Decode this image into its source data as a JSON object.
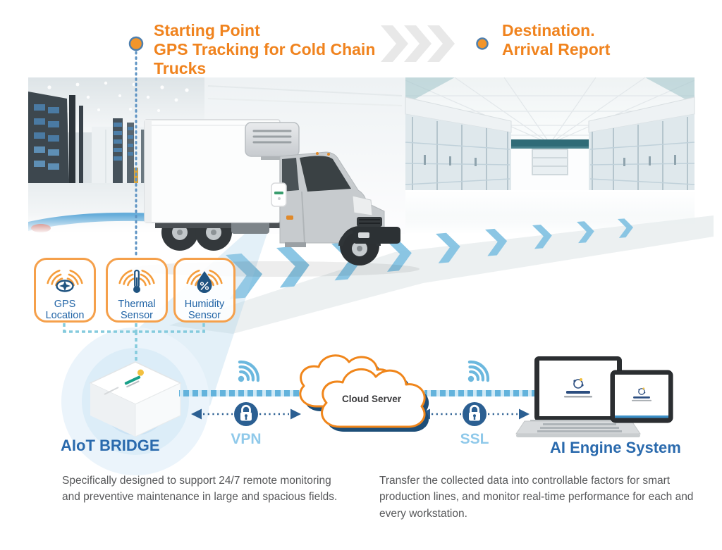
{
  "flow": {
    "start": {
      "line1": "Starting Point",
      "line2": "GPS Tracking for Cold Chain Trucks"
    },
    "end": {
      "line1": "Destination.",
      "line2": "Arrival Report"
    }
  },
  "sensors": [
    {
      "label": "GPS Location",
      "icon": "gps-compass-wifi-icon"
    },
    {
      "label": "Thermal Sensor",
      "icon": "thermometer-wifi-icon"
    },
    {
      "label": "Humidity Sensor",
      "icon": "humidity-drop-wifi-icon"
    }
  ],
  "bridge": {
    "label": "AIoT BRIDGE",
    "description": "Specifically designed to support 24/7 remote monitoring and preventive maintenance in large and spacious fields."
  },
  "network": {
    "vpn_label": "VPN",
    "ssl_label": "SSL",
    "vpn_icon": "padlock-icon",
    "ssl_icon": "padlock-icon",
    "wifi_icon": "wifi-signal-icon"
  },
  "cloud": {
    "label": "Cloud Server"
  },
  "ai_engine": {
    "label": "AI Engine System",
    "description": "Transfer the collected data into controllable factors for smart production lines, and monitor real-time performance for each and every workstation."
  },
  "colors": {
    "accent_orange": "#F0831E",
    "box_border_orange": "#F5A04B",
    "navy_text": "#2A6AAD",
    "light_blue_text": "#8FC9EA",
    "dash_teal": "#85CBDD",
    "band_blue": "#63B3DC",
    "lock_navy": "#2B5F92",
    "chevron_gray": "#E8E8E8",
    "ground_chevron_blue": "#82C2E2",
    "body_text_gray": "#57585A"
  }
}
